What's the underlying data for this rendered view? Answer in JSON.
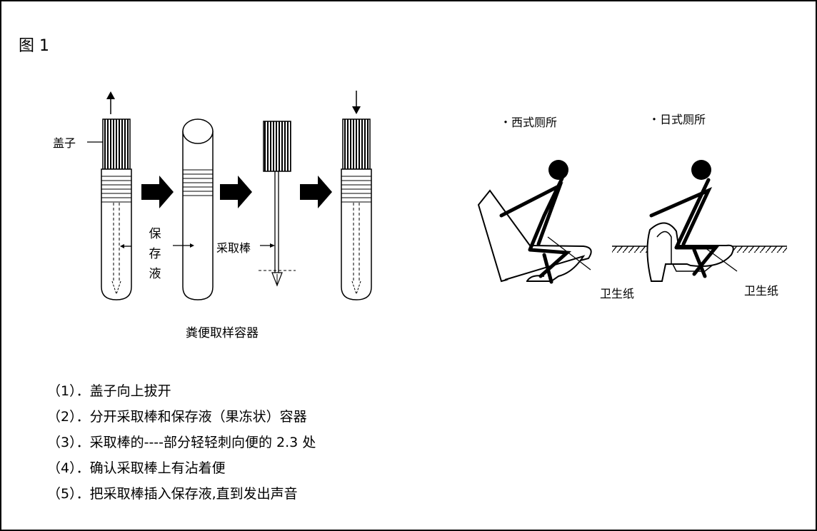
{
  "figure_label": "图 1",
  "labels": {
    "cap": "盖子",
    "preservative": "保存液",
    "stick": "采取棒",
    "container_caption": "粪便取样容器",
    "western_toilet": "・西式厕所",
    "japanese_toilet": "・日式厕所",
    "toilet_paper_1": "卫生纸",
    "toilet_paper_2": "卫生纸"
  },
  "steps": [
    {
      "num": "（1）．",
      "text": "盖子向上拔开"
    },
    {
      "num": "（2）．",
      "text": "分开采取棒和保存液（果冻状）容器"
    },
    {
      "num": "（3）．",
      "text": "采取棒的----部分轻轻刺向便的 2.3 处"
    },
    {
      "num": "（4）．",
      "text": "确认采取棒上有沾着便"
    },
    {
      "num": "（5）．",
      "text": "把采取棒插入保存液,直到发出声音"
    }
  ]
}
